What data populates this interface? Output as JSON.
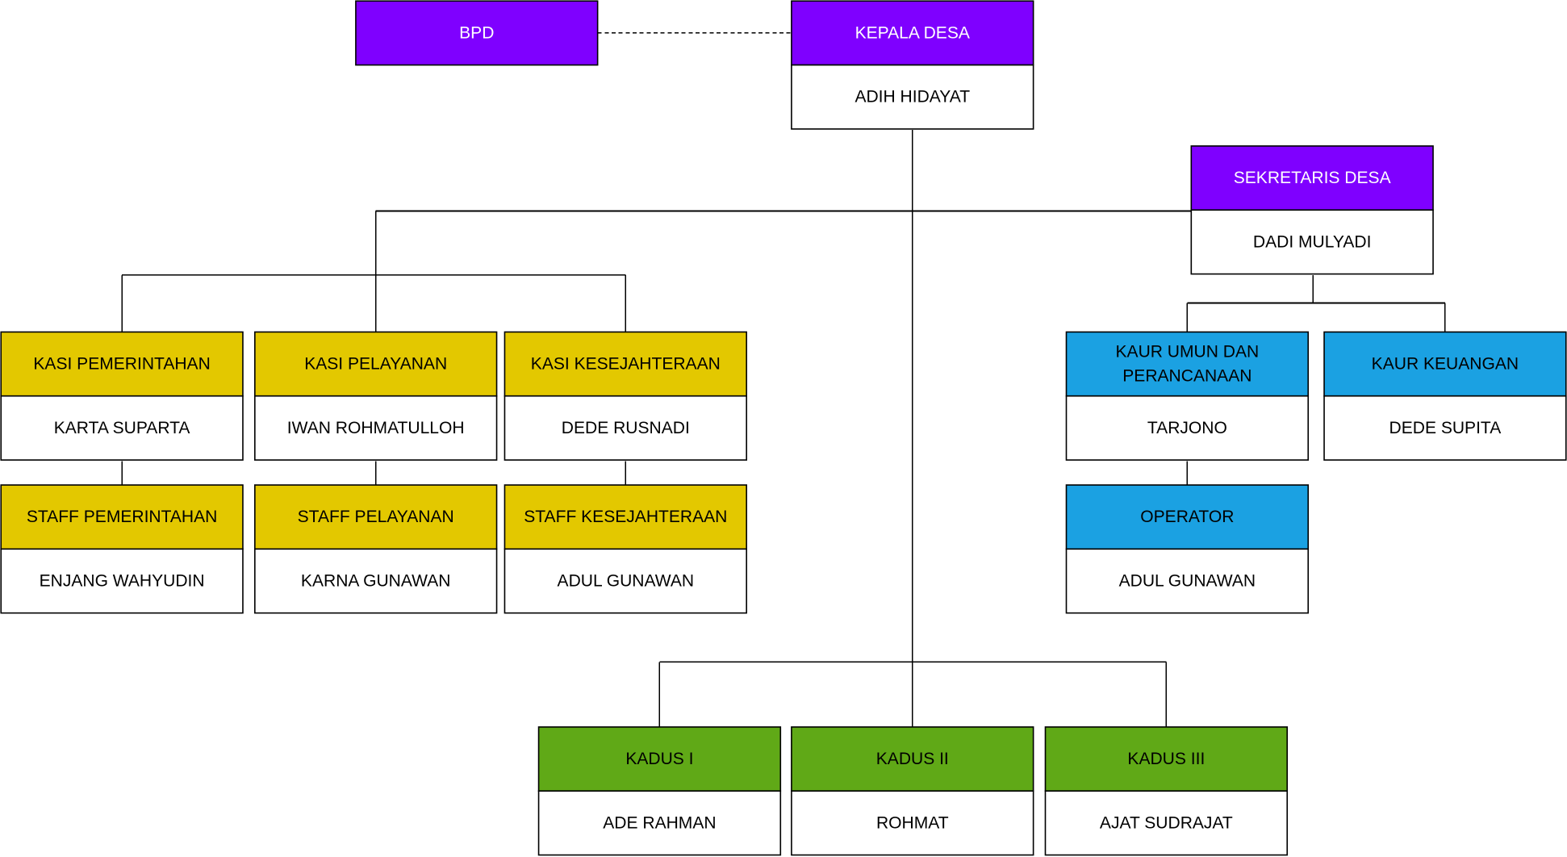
{
  "colors": {
    "purple": "#7F00FF",
    "yellow": "#E3C800",
    "blue": "#1BA1E2",
    "green": "#60A917",
    "title_text_dark": "#000000",
    "title_text_light": "#FFFFFF",
    "line": "#000000",
    "name_bg": "#FFFFFF"
  },
  "nodes": [
    {
      "id": "bpd",
      "title_lines": [
        "BPD"
      ],
      "name": "",
      "color": "purple"
    },
    {
      "id": "kepala-desa",
      "title_lines": [
        "KEPALA DESA"
      ],
      "name": "ADIH HIDAYAT",
      "color": "purple"
    },
    {
      "id": "sekretaris-desa",
      "title_lines": [
        "SEKRETARIS DESA"
      ],
      "name": "DADI MULYADI",
      "color": "purple"
    },
    {
      "id": "kasi-pemerintahan",
      "title_lines": [
        "KASI PEMERINTAHAN"
      ],
      "name": "KARTA SUPARTA",
      "color": "yellow"
    },
    {
      "id": "kasi-pelayanan",
      "title_lines": [
        "KASI PELAYANAN"
      ],
      "name": "IWAN ROHMATULLOH",
      "color": "yellow"
    },
    {
      "id": "kasi-kesejahteraan",
      "title_lines": [
        "KASI KESEJAHTERAAN"
      ],
      "name": "DEDE RUSNADI",
      "color": "yellow"
    },
    {
      "id": "staff-pemerintahan",
      "title_lines": [
        "STAFF PEMERINTAHAN"
      ],
      "name": "ENJANG WAHYUDIN",
      "color": "yellow"
    },
    {
      "id": "staff-pelayanan",
      "title_lines": [
        "STAFF PELAYANAN"
      ],
      "name": "KARNA GUNAWAN",
      "color": "yellow"
    },
    {
      "id": "staff-kesejahteraan",
      "title_lines": [
        "STAFF KESEJAHTERAAN"
      ],
      "name": "ADUL GUNAWAN",
      "color": "yellow"
    },
    {
      "id": "kaur-umum",
      "title_lines": [
        "KAUR UMUN DAN",
        "PERANCANAAN"
      ],
      "name": "TARJONO",
      "color": "blue"
    },
    {
      "id": "kaur-keuangan",
      "title_lines": [
        "KAUR KEUANGAN"
      ],
      "name": "DEDE SUPITA",
      "color": "blue"
    },
    {
      "id": "operator",
      "title_lines": [
        "OPERATOR"
      ],
      "name": "ADUL GUNAWAN",
      "color": "blue"
    },
    {
      "id": "kadus-1",
      "title_lines": [
        "KADUS I"
      ],
      "name": "ADE RAHMAN",
      "color": "green"
    },
    {
      "id": "kadus-2",
      "title_lines": [
        "KADUS II"
      ],
      "name": "ROHMAT",
      "color": "green"
    },
    {
      "id": "kadus-3",
      "title_lines": [
        "KADUS III"
      ],
      "name": "AJAT SUDRAJAT",
      "color": "green"
    }
  ]
}
